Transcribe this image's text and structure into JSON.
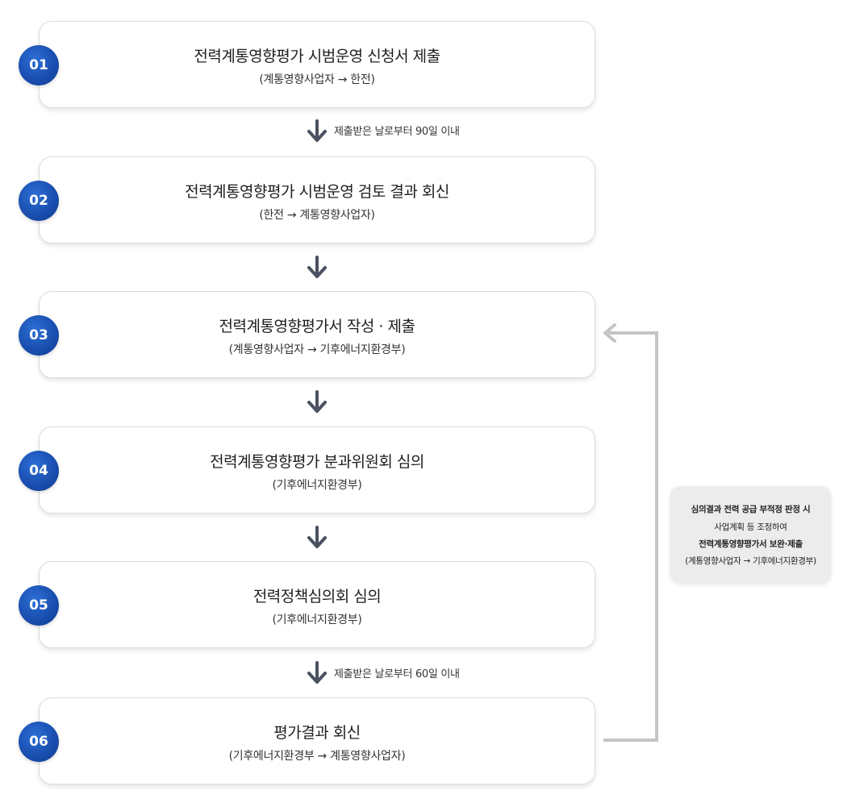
{
  "steps": [
    {
      "number": "01",
      "title": "전력계통영향평가 시범운영 신청서 제출",
      "sub": "(계통영향사업자 → 한전)"
    },
    {
      "number": "02",
      "title": "전력계통영향평가 시범운영 검토 결과 회신",
      "sub": "(한전 → 계통영향사업자)"
    },
    {
      "number": "03",
      "title": "전력계통영향평가서 작성 · 제출",
      "sub": "(계통영향사업자 → 기후에너지환경부)"
    },
    {
      "number": "04",
      "title": "전력계통영향평가 분과위원회 심의",
      "sub": "(기후에너지환경부)"
    },
    {
      "number": "05",
      "title": "전력정책심의회 심의",
      "sub": "(기후에너지환경부)"
    },
    {
      "number": "06",
      "title": "평가결과 회신",
      "sub": "(기후에너지환경부 → 계통영향사업자)"
    }
  ],
  "arrow_notes": {
    "after_01": "제출받은 날로부터 90일 이내",
    "after_05": "제출받은 날로부터 60일 이내"
  },
  "feedback": {
    "line1": "심의결과 전력 공급 부적정 판정 시",
    "line2": "사업계획 등 조정하여",
    "line3": "전력계통영향평가서 보완·제출",
    "line4": "(계통영향사업자 → 기후에너지환경부)"
  },
  "colors": {
    "badge": "#1a4fb0",
    "arrow": "#4a5160",
    "feedback_line": "#c4c4c4"
  }
}
